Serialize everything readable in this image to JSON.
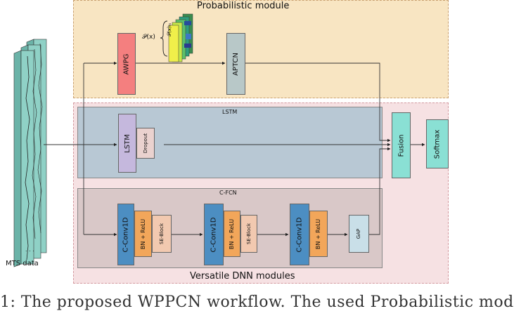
{
  "regions": {
    "probabilistic_title": "Probabilistic module",
    "dnn_title": "Versatile DNN modules",
    "lstm_title": "LSTM",
    "cfcn_title": "C-FCN"
  },
  "blocks": {
    "awpg": "AWPG",
    "aptcn": "APTCN",
    "lstm": "LSTM",
    "dropout": "Dropout",
    "cconv": "C-Conv1D",
    "bn_relu": "BN + ReLU",
    "se_block": "SE-Block",
    "gap": "GAP",
    "fusion": "Fusion",
    "softmax": "Softmax"
  },
  "labels": {
    "px": "𝒫(x)",
    "px_ts": "𝒫(x)ₜₛ",
    "mts": "MTS data"
  },
  "caption": "1: The proposed WPPCN workflow. The used Probabilistic mod"
}
